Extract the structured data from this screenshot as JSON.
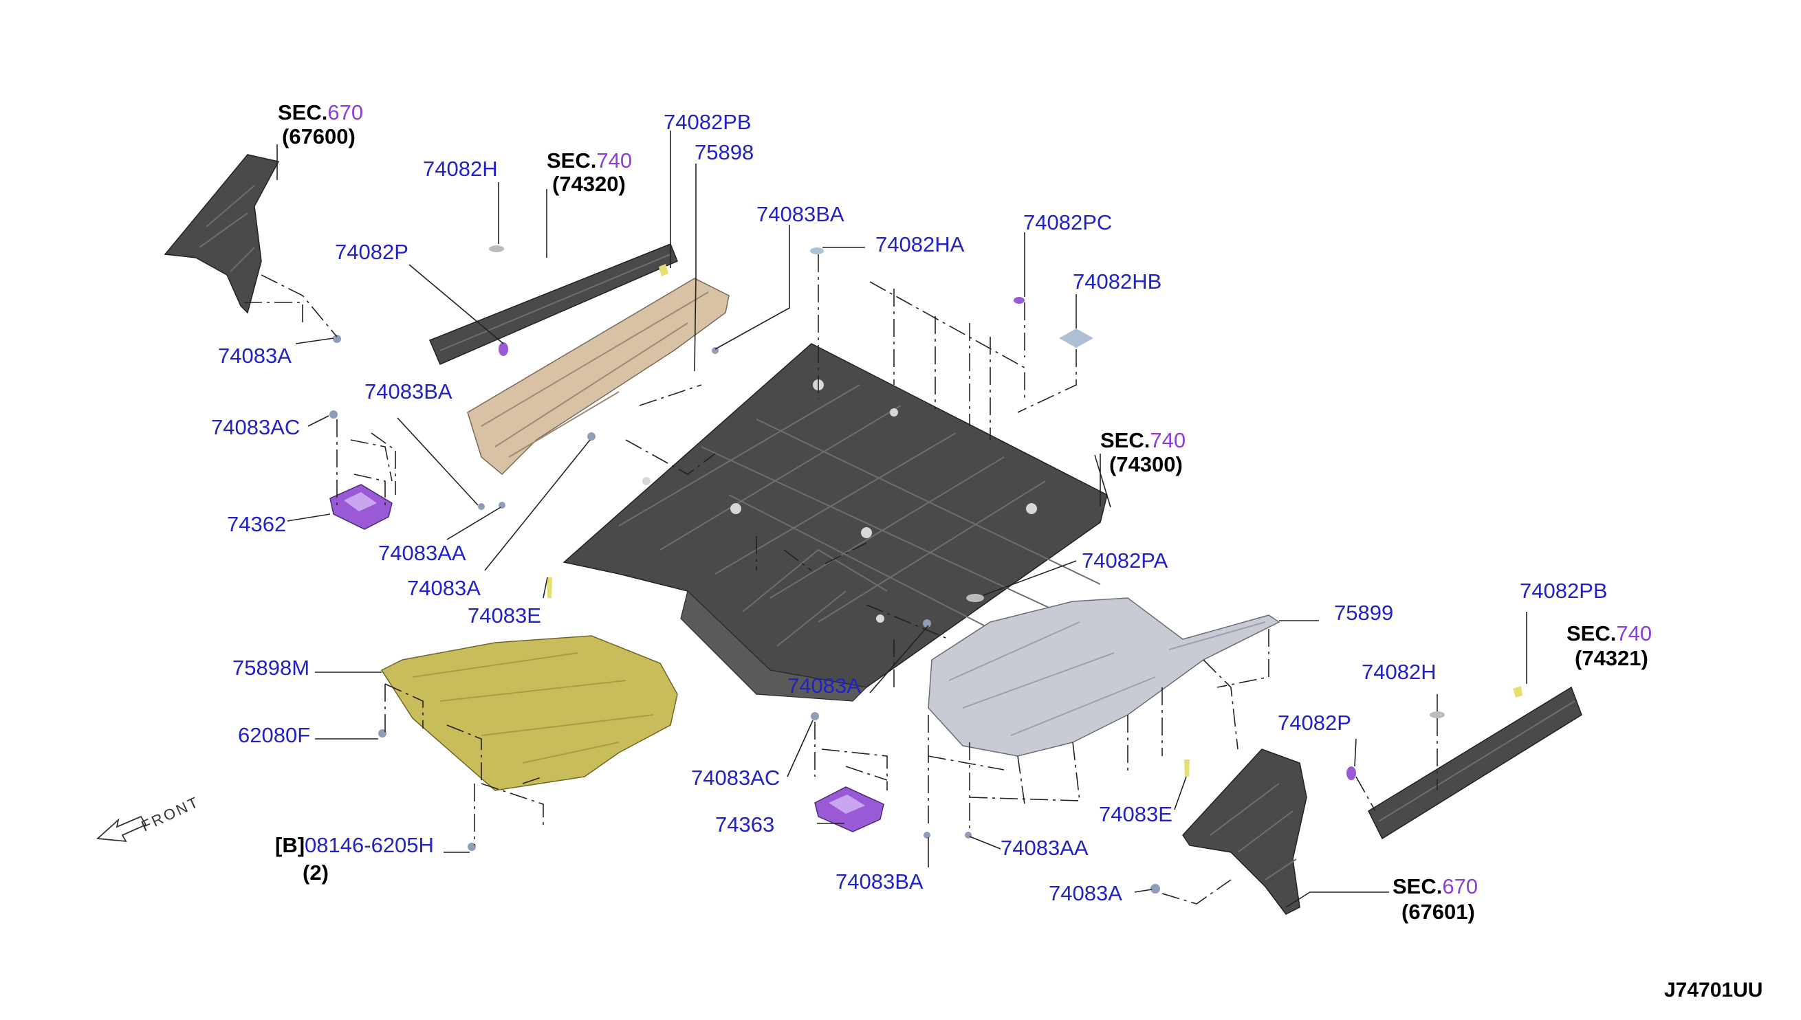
{
  "colors": {
    "part_label": "#2121c8",
    "section_number": "#8a3fd8",
    "section_text": "#000000",
    "floor_panel": "#4a4a4a",
    "tunnel_cover_left": "#d9c1a6",
    "tunnel_cover_right": "#c8cbd4",
    "under_cover": "#c9bd5b",
    "bracket": "#9a5ad6"
  },
  "labels": {
    "l_74082PB_top": "74082PB",
    "l_75898": "75898",
    "l_74082H_left": "74082H",
    "l_74083BA_top": "74083BA",
    "l_74082HA": "74082HA",
    "l_74082PC": "74082PC",
    "l_74082HB": "74082HB",
    "l_74082P_left": "74082P",
    "l_74083A_left": "74083A",
    "l_74083BA_mid": "74083BA",
    "l_74083AC_left": "74083AC",
    "l_74362": "74362",
    "l_74083AA_left": "74083AA",
    "l_74083A_mid": "74083A",
    "l_74083E_left": "74083E",
    "l_74082PA": "74082PA",
    "l_75899": "75899",
    "l_74082PB_right": "74082PB",
    "l_74082H_right": "74082H",
    "l_74082P_right": "74082P",
    "l_75898M": "75898M",
    "l_62080F": "62080F",
    "l_74083A_center": "74083A",
    "l_74083AC_right": "74083AC",
    "l_74363": "74363",
    "l_74083E_right": "74083E",
    "l_74083AA_right": "74083AA",
    "l_74083BA_bottom": "74083BA",
    "l_74083A_bottom": "74083A",
    "l_bolt_number": "08146-6205H"
  },
  "sections": {
    "s1": {
      "prefix": "SEC.",
      "number": "670",
      "ref": "(67600)"
    },
    "s2": {
      "prefix": "SEC.",
      "number": "740",
      "ref": "(74320)"
    },
    "s3": {
      "prefix": "SEC.",
      "number": "740",
      "ref": "(74300)"
    },
    "s4": {
      "prefix": "SEC.",
      "number": "740",
      "ref": "(74321)"
    },
    "s5": {
      "prefix": "SEC.",
      "number": "670",
      "ref": "(67601)"
    }
  },
  "bolt": {
    "prefix": "[B]",
    "qty": "(2)"
  },
  "front_text": "FRONT",
  "diagram_code": "J74701UU"
}
